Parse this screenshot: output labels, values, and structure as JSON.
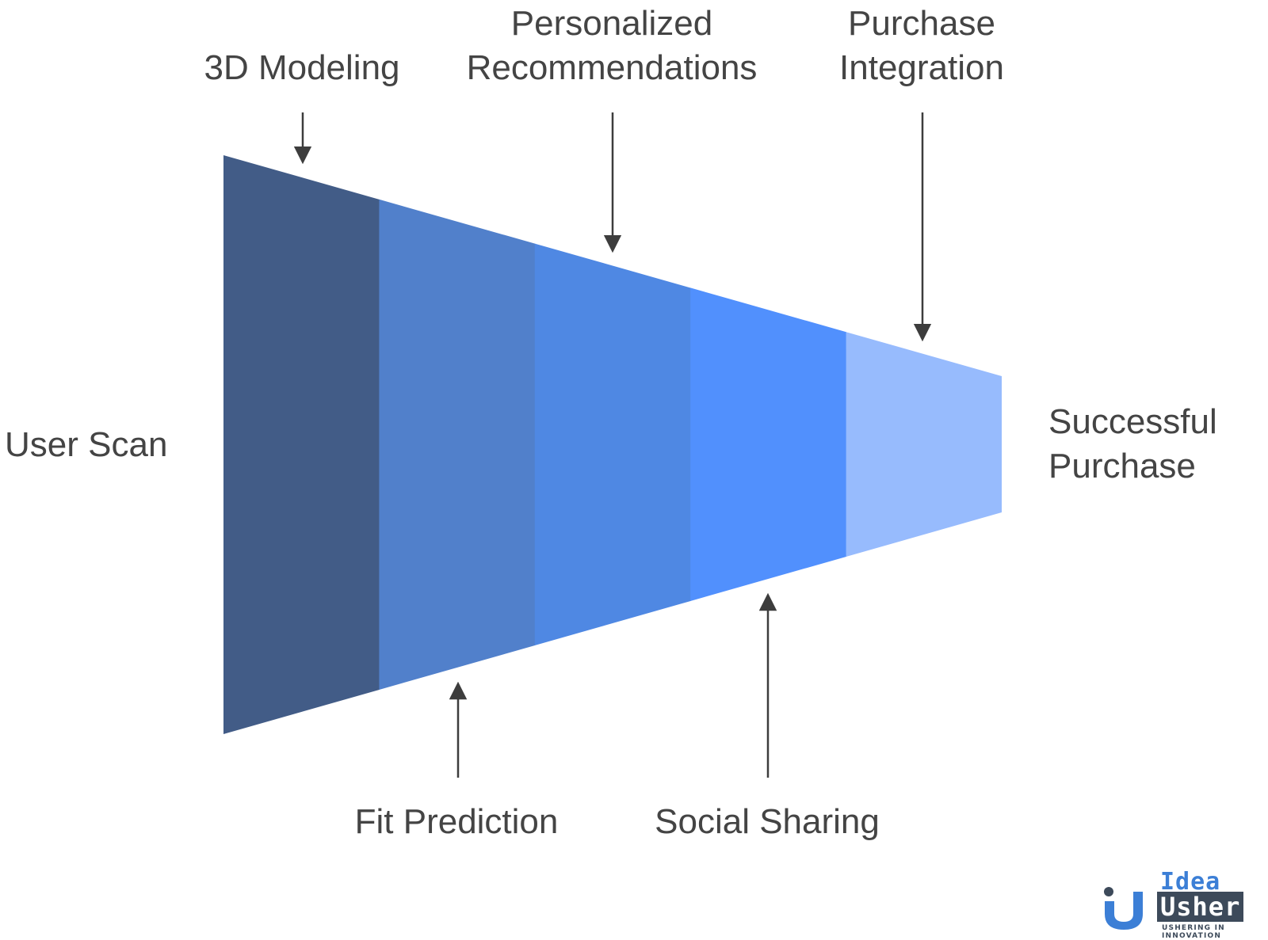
{
  "stages": [
    {
      "name": "User Scan",
      "color": "#425c87"
    },
    {
      "name": "3D Modeling",
      "color": "#5180cb"
    },
    {
      "name": "Fit Prediction",
      "color": "#4f88e3"
    },
    {
      "name": "Personalized Recommendations",
      "color": "#5190fd"
    },
    {
      "name": "Social Sharing",
      "color": "#97bbfd"
    }
  ],
  "labels": {
    "left": "User Scan",
    "top": [
      {
        "lines": [
          "3D Modeling"
        ]
      },
      {
        "lines": [
          "Personalized",
          "Recommendations"
        ]
      },
      {
        "lines": [
          "Purchase",
          "Integration"
        ]
      }
    ],
    "bottom": [
      {
        "lines": [
          "Fit Prediction"
        ]
      },
      {
        "lines": [
          "Social Sharing"
        ]
      }
    ],
    "right": {
      "lines": [
        "Successful",
        "Purchase"
      ]
    }
  },
  "logo": {
    "word1": "Idea",
    "word2": "Usher",
    "tagline": "USHERING IN INNOVATION",
    "colors": {
      "primary": "#3c7fd6",
      "dark": "#3d4a5a"
    }
  }
}
